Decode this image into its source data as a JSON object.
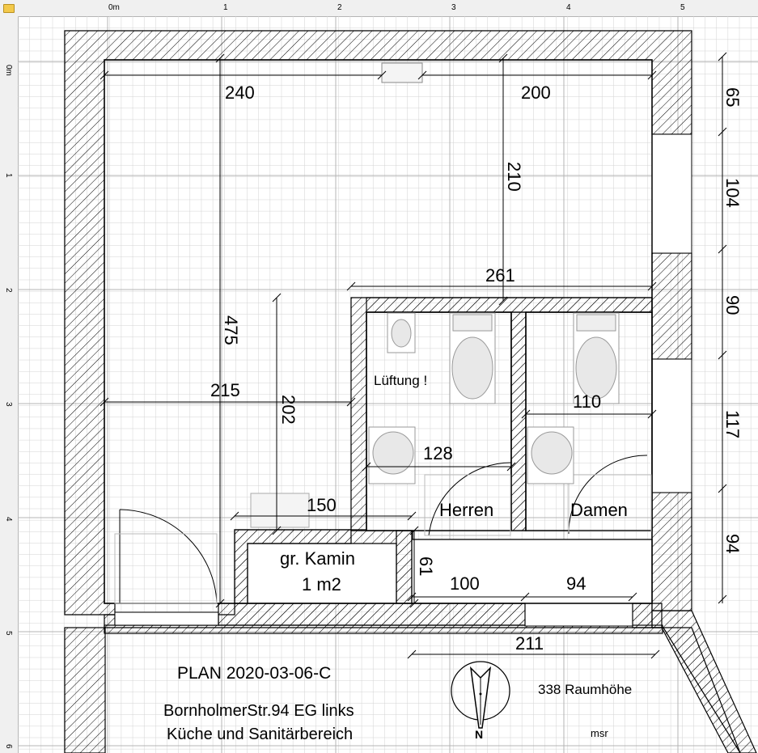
{
  "ruler": {
    "top_labels": [
      "0m",
      "1",
      "2",
      "3",
      "4",
      "5"
    ],
    "left_labels": [
      "0m",
      "1",
      "2",
      "3",
      "4",
      "5",
      "6"
    ]
  },
  "dimensions": {
    "d240": "240",
    "d200": "200",
    "d210": "210",
    "d475": "475",
    "d261": "261",
    "d215": "215",
    "d202": "202",
    "d128": "128",
    "d110": "110",
    "d150": "150",
    "d61": "61",
    "d100": "100",
    "d94b": "94",
    "d211": "211",
    "r65": "65",
    "r104": "104",
    "r90": "90",
    "r117": "117",
    "r94": "94"
  },
  "labels": {
    "lueftung": "Lüftung !",
    "herren": "Herren",
    "damen": "Damen",
    "kamin_line1": "gr. Kamin",
    "kamin_line2": "1 m2"
  },
  "title_block": {
    "plan": "PLAN 2020-03-06-C",
    "address": "BornholmerStr.94 EG links",
    "subtitle": "Küche und Sanitärbereich",
    "room_height": "338 Raumhöhe",
    "author": "msr",
    "north": "N"
  },
  "colors": {
    "wall_hatch": "#000000",
    "grid": "#d2d2d2",
    "ruler_bg": "#f0f0f0",
    "fixture": "#c0c0c0"
  }
}
